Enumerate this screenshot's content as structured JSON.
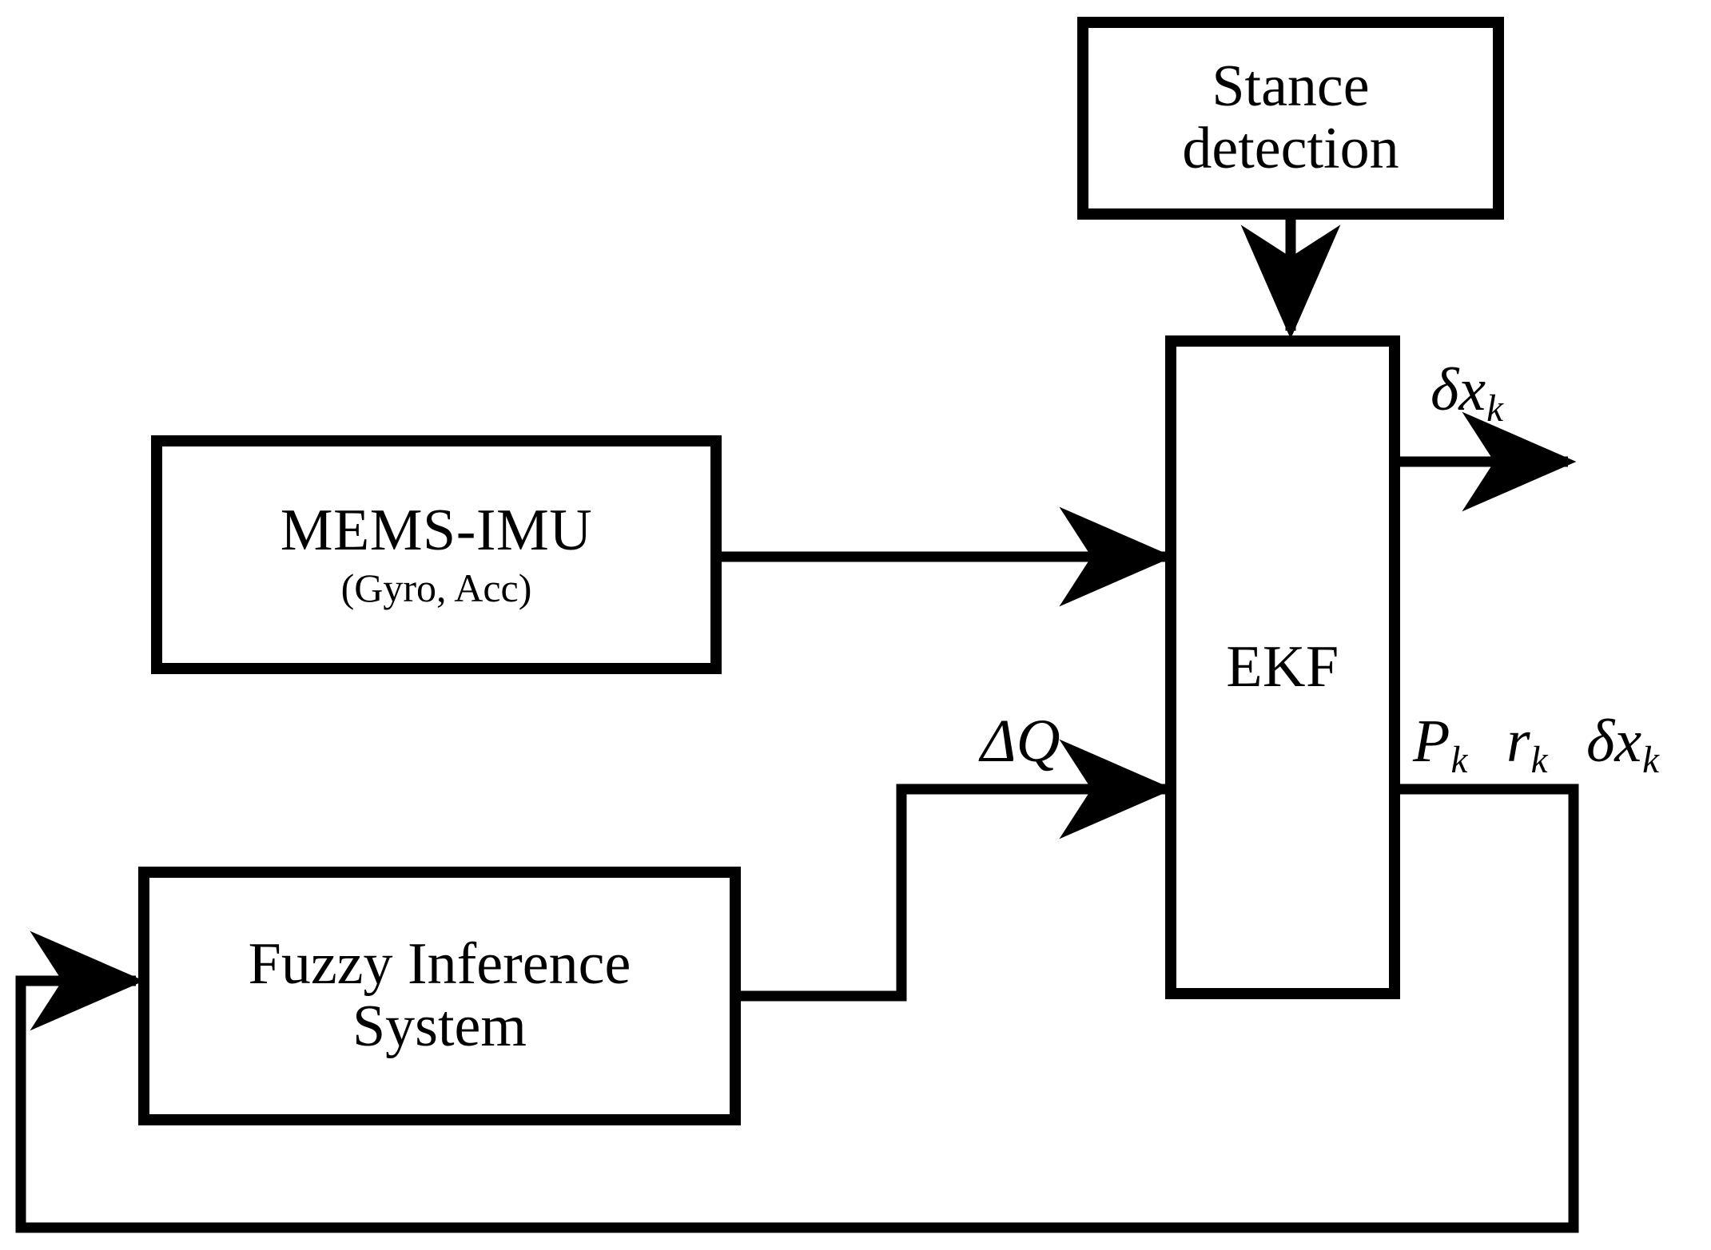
{
  "diagram": {
    "title": "EKF with Fuzzy Inference System block diagram",
    "stroke_color": "#000000",
    "background_color": "#ffffff",
    "blocks": [
      {
        "id": "stance-detection",
        "label_line1": "Stance",
        "label_line2": "detection"
      },
      {
        "id": "mems-imu",
        "label_line1": "MEMS-IMU",
        "label_line2": "(Gyro, Acc)"
      },
      {
        "id": "ekf",
        "label_line1": "EKF"
      },
      {
        "id": "fuzzy-inference-system",
        "label_line1": "Fuzzy Inference",
        "label_line2": "System"
      }
    ],
    "signals": [
      {
        "id": "delta-x-k-output",
        "base": "δx",
        "subscript": "k"
      },
      {
        "id": "delta-q",
        "base": "ΔQ",
        "subscript": ""
      },
      {
        "id": "p-k",
        "base": "P",
        "subscript": "k"
      },
      {
        "id": "r-k",
        "base": "r",
        "subscript": "k"
      },
      {
        "id": "delta-x-k-feedback",
        "base": "δx",
        "subscript": "k"
      }
    ],
    "connections": [
      {
        "id": "stance-to-ekf",
        "from": "stance-detection",
        "to": "ekf",
        "arrow": true
      },
      {
        "id": "imu-to-ekf",
        "from": "mems-imu",
        "to": "ekf",
        "arrow": true
      },
      {
        "id": "fis-to-ekf",
        "from": "fuzzy-inference-system",
        "to": "ekf",
        "arrow": true,
        "label": "ΔQ"
      },
      {
        "id": "ekf-output",
        "from": "ekf",
        "to": "external",
        "arrow": true,
        "label": "δx_k"
      },
      {
        "id": "ekf-feedback-to-fis",
        "from": "ekf",
        "to": "fuzzy-inference-system",
        "arrow": true,
        "label": "P_k r_k δx_k"
      }
    ]
  }
}
